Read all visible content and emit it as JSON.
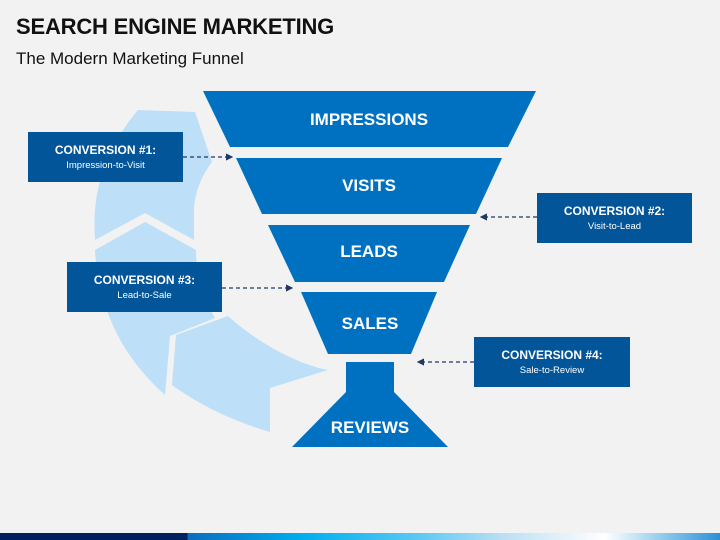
{
  "header": {
    "title": "SEARCH ENGINE MARKETING",
    "subtitle": "The Modern Marketing Funnel"
  },
  "colors": {
    "funnel": "#0070c0",
    "conversion_box": "#03559a",
    "cycle_arrow": "#bddff7",
    "background": "#f2f2f2",
    "arrow_line": "#1f3864"
  },
  "funnel": {
    "stages": [
      {
        "label": "IMPRESSIONS"
      },
      {
        "label": "VISITS"
      },
      {
        "label": "LEADS"
      },
      {
        "label": "SALES"
      },
      {
        "label": "REVIEWS"
      }
    ]
  },
  "conversions": [
    {
      "title": "CONVERSION #1:",
      "subtitle": "Impression-to-Visit"
    },
    {
      "title": "CONVERSION #2:",
      "subtitle": "Visit-to-Lead"
    },
    {
      "title": "CONVERSION #3:",
      "subtitle": "Lead-to-Sale"
    },
    {
      "title": "CONVERSION #4:",
      "subtitle": "Sale-to-Review"
    }
  ]
}
